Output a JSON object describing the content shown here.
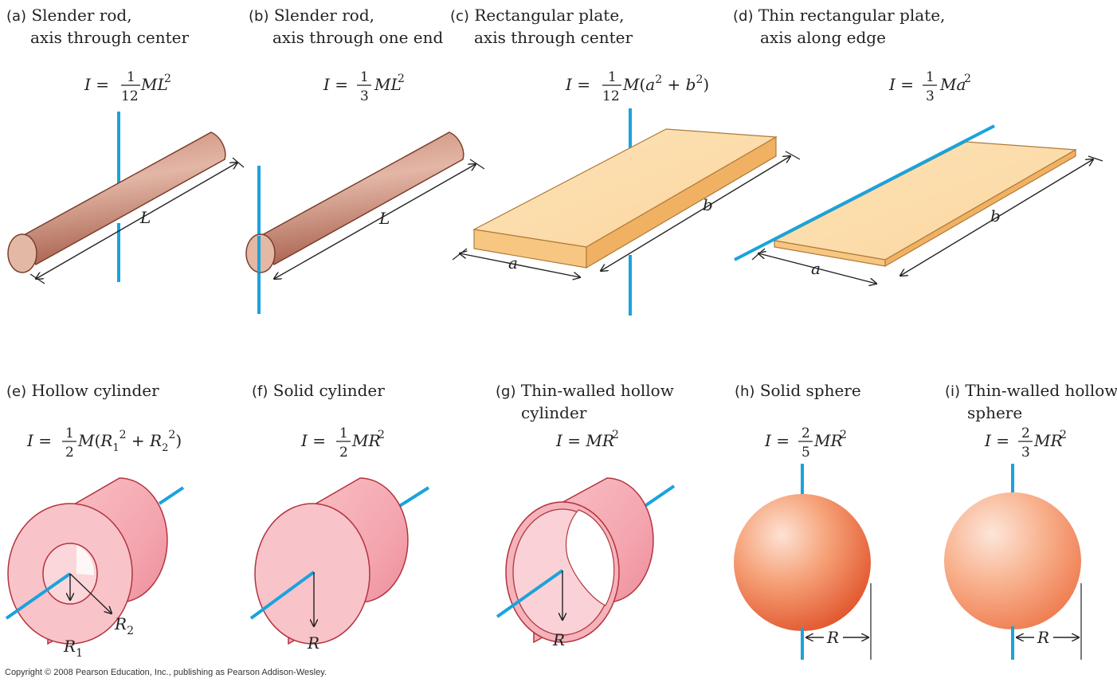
{
  "panels": [
    {
      "letter": "(a)",
      "line1": "Slender rod,",
      "line2": "axis through center",
      "dim_labels": [
        "L"
      ]
    },
    {
      "letter": "(b)",
      "line1": "Slender rod,",
      "line2": "axis through one end",
      "dim_labels": [
        "L"
      ]
    },
    {
      "letter": "(c)",
      "line1": "Rectangular plate,",
      "line2": "axis through center",
      "dim_labels": [
        "a",
        "b"
      ]
    },
    {
      "letter": "(d)",
      "line1": "Thin rectangular plate,",
      "line2": "axis along edge",
      "dim_labels": [
        "a",
        "b"
      ]
    },
    {
      "letter": "(e)",
      "line1": "Hollow cylinder",
      "line2": "",
      "dim_labels": [
        "R1",
        "R2"
      ]
    },
    {
      "letter": "(f)",
      "line1": "Solid cylinder",
      "line2": "",
      "dim_labels": [
        "R"
      ]
    },
    {
      "letter": "(g)",
      "line1": "Thin-walled hollow",
      "line2": "cylinder",
      "dim_labels": [
        "R"
      ]
    },
    {
      "letter": "(h)",
      "line1": "Solid sphere",
      "line2": "",
      "dim_labels": [
        "R"
      ]
    },
    {
      "letter": "(i)",
      "line1": "Thin-walled hollow",
      "line2": "sphere",
      "dim_labels": [
        "R"
      ]
    }
  ],
  "formulas": {
    "a": "I = (1/12) M L²",
    "b": "I = (1/3) M L²",
    "c": "I = (1/12) M (a² + b²)",
    "d": "I = (1/3) M a²",
    "e": "I = (1/2) M (R₁² + R₂²)",
    "f": "I = (1/2) M R²",
    "g": "I = M R²",
    "h": "I = (2/5) M R²",
    "i": "I = (2/3) M R²"
  },
  "copyright": "Copyright © 2008 Pearson Education, Inc., publishing as Pearson Addison-Wesley.",
  "colors": {
    "axis": "#1aa3dc",
    "rod": "#b9745f",
    "plate": "#f8c98b",
    "cylinder": "#f5a3ae",
    "sphere": "#f07a4c"
  }
}
